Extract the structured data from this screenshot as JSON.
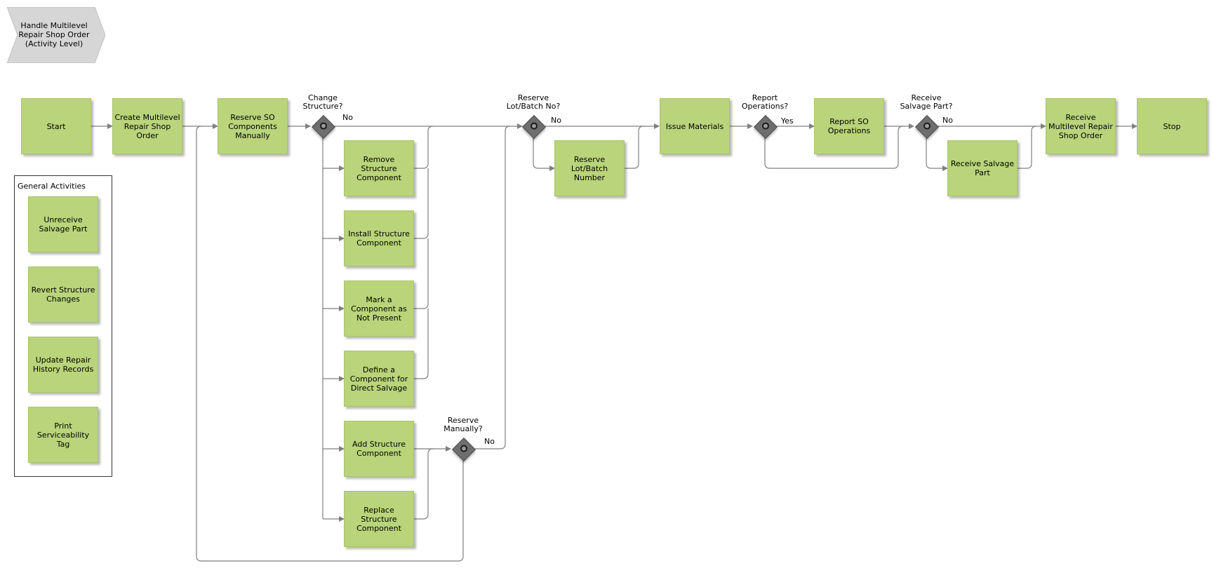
{
  "header": {
    "title": "Handle Multilevel\nRepair Shop Order\n(Activity Level)"
  },
  "colors": {
    "activity_fill": "#b9d47a",
    "gateway_fill": "#6e6e6e",
    "connector": "#7f7f7f",
    "header_fill": "#d6d6d6"
  },
  "activities": {
    "start": "Start",
    "create_order": "Create Multilevel\nRepair Shop\nOrder",
    "reserve_so_components": "Reserve SO\nComponents\nManually",
    "remove_structure_component": "Remove\nStructure\nComponent",
    "install_structure_component": "Install Structure\nComponent",
    "mark_component_not_present": "Mark a\nComponent as\nNot Present",
    "define_component_direct_salvage": "Define a\nComponent  for\nDirect Salvage",
    "add_structure_component": "Add Structure\nComponent",
    "replace_structure_component": "Replace\nStructure\nComponent",
    "reserve_lot_batch_number": "Reserve\nLot/Batch\nNumber",
    "issue_materials": "Issue Materials",
    "report_so_operations": "Report SO\nOperations",
    "receive_salvage_part": "Receive Salvage\nPart",
    "receive_order": "Receive\nMultilevel Repair\nShop Order",
    "stop": "Stop"
  },
  "gateways": {
    "change_structure": "Change\nStructure?",
    "reserve_lot_batch": "Reserve\nLot/Batch No?",
    "report_operations": "Report\nOperations?",
    "receive_salvage": "Receive\nSalvage Part?",
    "reserve_manually": "Reserve\nManually?"
  },
  "edge_labels": {
    "change_structure_no": "No",
    "reserve_lot_batch_no": "No",
    "report_operations_yes": "Yes",
    "receive_salvage_no": "No",
    "reserve_manually_no": "No"
  },
  "general": {
    "title": "General Activities",
    "items": [
      "Unreceive\nSalvage Part",
      "Revert Structure\nChanges",
      "Update Repair\nHistory Records",
      "Print\nServiceability\nTag"
    ]
  }
}
